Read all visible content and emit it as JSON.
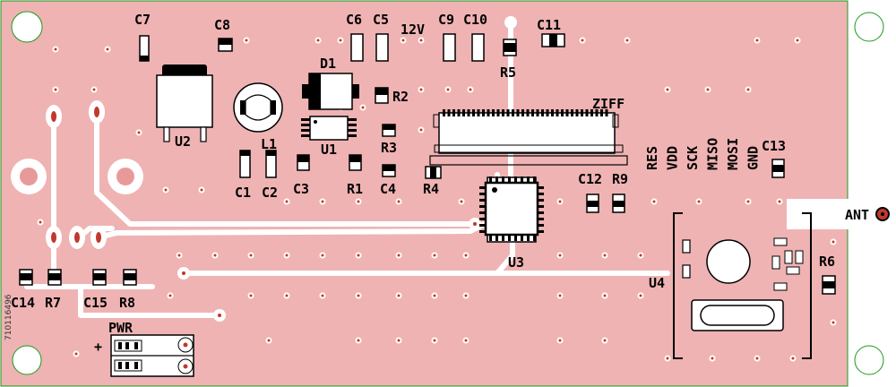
{
  "colors": {
    "board": "#efb3b3",
    "trace": "#ffffff",
    "pad": "#000000",
    "hole_ring": "#1a9a1a",
    "background": "#ffffff",
    "via_dot": "#c0392b"
  },
  "labels": {
    "C7": "C7",
    "C8": "C8",
    "C6": "C6",
    "C5": "C5",
    "V12": "12V",
    "C9": "C9",
    "C10": "C10",
    "C11": "C11",
    "D1": "D1",
    "R2": "R2",
    "R5": "R5",
    "ZIFF": "ZIFF",
    "U2": "U2",
    "L1": "L1",
    "U1": "U1",
    "R3": "R3",
    "C1": "C1",
    "C2": "C2",
    "C3": "C3",
    "R1": "R1",
    "C4": "C4",
    "R4": "R4",
    "C12": "C12",
    "R9": "R9",
    "C13": "C13",
    "U3": "U3",
    "U4": "U4",
    "R6": "R6",
    "ANT": "ANT",
    "C14": "C14",
    "R7": "R7",
    "C15": "C15",
    "R8": "R8",
    "PWR": "PWR",
    "PLUS": "+"
  },
  "programming_header_pins": [
    "RES",
    "VDD",
    "SCK",
    "MISO",
    "MOSI",
    "GND"
  ],
  "side_text": "710116496"
}
